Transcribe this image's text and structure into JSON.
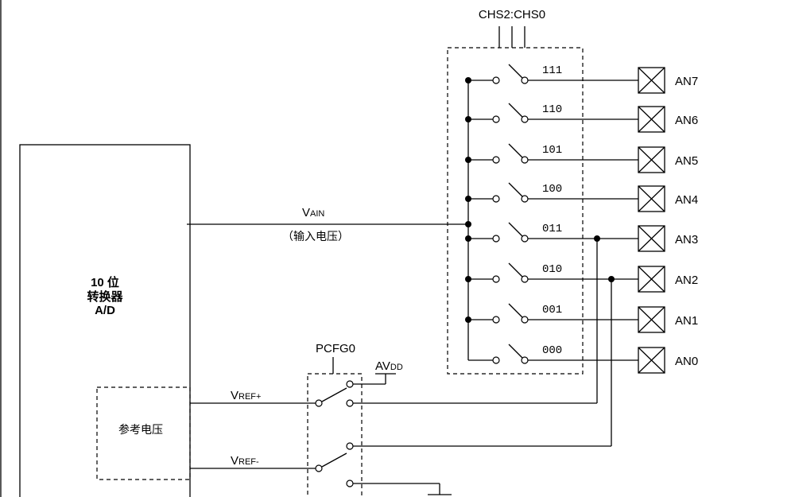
{
  "adc": {
    "line1": "10 位",
    "line2": "转换器",
    "line3": "A/D"
  },
  "vain": {
    "main": "V",
    "sub": "AIN",
    "desc": "（输入电压）"
  },
  "ref_block": {
    "label": "参考电压"
  },
  "vref_plus": {
    "main": "V",
    "sub": "REF+"
  },
  "vref_minus": {
    "main": "V",
    "sub": "REF-"
  },
  "pcfg": {
    "label": "PCFG0"
  },
  "avdd": {
    "main": "AV",
    "sub": "DD"
  },
  "chs": {
    "label": "CHS2:CHS0"
  },
  "channels": [
    {
      "code": "111",
      "pin": "AN7"
    },
    {
      "code": "110",
      "pin": "AN6"
    },
    {
      "code": "101",
      "pin": "AN5"
    },
    {
      "code": "100",
      "pin": "AN4"
    },
    {
      "code": "011",
      "pin": "AN3"
    },
    {
      "code": "010",
      "pin": "AN2"
    },
    {
      "code": "001",
      "pin": "AN1"
    },
    {
      "code": "000",
      "pin": "AN0"
    }
  ]
}
